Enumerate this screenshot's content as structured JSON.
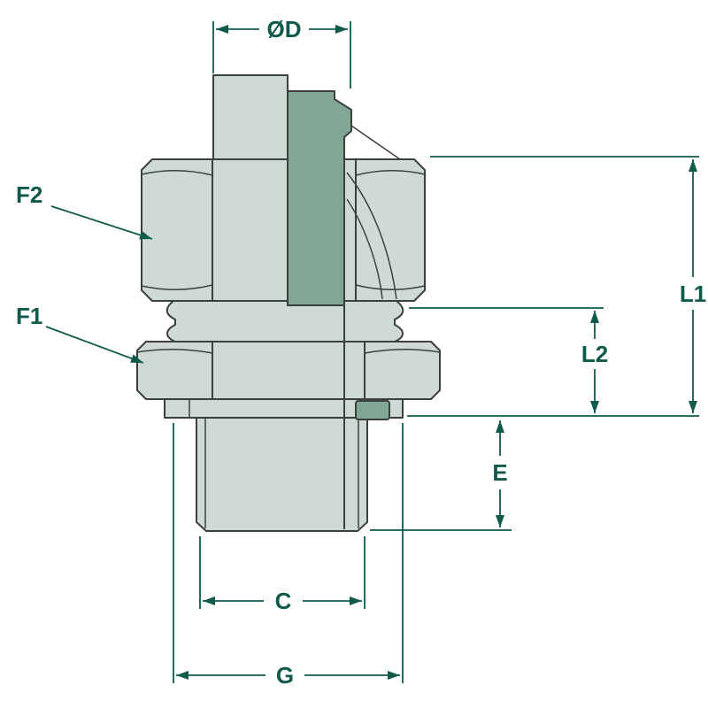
{
  "diagram": {
    "type": "technical-drawing-fitting",
    "labels": {
      "od": "ØD",
      "f2": "F2",
      "f1": "F1",
      "l1": "L1",
      "l2": "L2",
      "e": "E",
      "c": "C",
      "g": "G"
    },
    "colors": {
      "dimension_line": "#0f5a4b",
      "label_text": "#0f5a4b",
      "body_fill": "#cfdad5",
      "section_fill": "#82a694",
      "outline": "#3b403e",
      "background": "#ffffff"
    }
  }
}
